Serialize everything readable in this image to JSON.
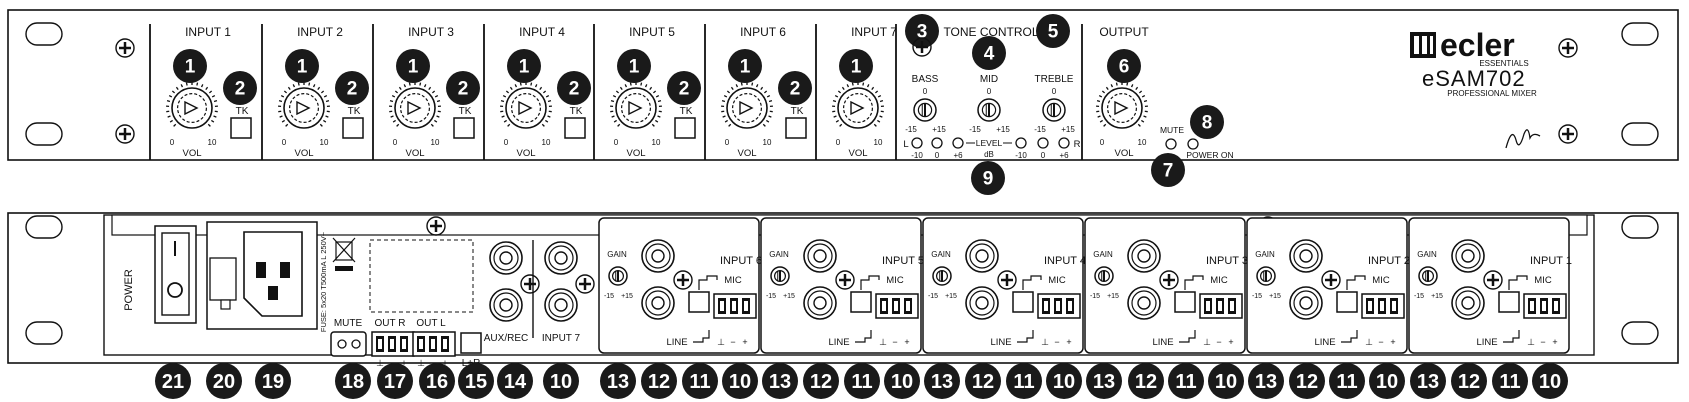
{
  "front": {
    "inputs": [
      {
        "label": "INPUT 1",
        "num_vol": "1",
        "num_tk": "2",
        "tk": "TK",
        "vol": "VOL",
        "scale_min": "0",
        "scale_max": "10",
        "has_tk": true
      },
      {
        "label": "INPUT 2",
        "num_vol": "1",
        "num_tk": "2",
        "tk": "TK",
        "vol": "VOL",
        "scale_min": "0",
        "scale_max": "10",
        "has_tk": true
      },
      {
        "label": "INPUT 3",
        "num_vol": "1",
        "num_tk": "2",
        "tk": "TK",
        "vol": "VOL",
        "scale_min": "0",
        "scale_max": "10",
        "has_tk": true
      },
      {
        "label": "INPUT 4",
        "num_vol": "1",
        "num_tk": "2",
        "tk": "TK",
        "vol": "VOL",
        "scale_min": "0",
        "scale_max": "10",
        "has_tk": true
      },
      {
        "label": "INPUT 5",
        "num_vol": "1",
        "num_tk": "2",
        "tk": "TK",
        "vol": "VOL",
        "scale_min": "0",
        "scale_max": "10",
        "has_tk": true
      },
      {
        "label": "INPUT 6",
        "num_vol": "1",
        "num_tk": "2",
        "tk": "TK",
        "vol": "VOL",
        "scale_min": "0",
        "scale_max": "10",
        "has_tk": true
      },
      {
        "label": "INPUT 7",
        "num_vol": "1",
        "num_tk": "",
        "tk": "",
        "vol": "VOL",
        "scale_min": "0",
        "scale_max": "10",
        "has_tk": false
      }
    ],
    "tone": {
      "title": "TONE CONTROL",
      "num_a": "3",
      "num_b": "4",
      "num_c": "5",
      "knobs": [
        {
          "label": "BASS",
          "center": "0",
          "min": "-15",
          "max": "+15"
        },
        {
          "label": "MID",
          "center": "0",
          "min": "-15",
          "max": "+15"
        },
        {
          "label": "TREBLE",
          "center": "0",
          "min": "-15",
          "max": "+15"
        }
      ],
      "level": {
        "l": "L",
        "r": "R",
        "text": "LEVEL",
        "unit": "dB",
        "num": "9",
        "ticks": [
          "-10",
          "0",
          "+6",
          "-10",
          "0",
          "+6"
        ]
      }
    },
    "output": {
      "label": "OUTPUT",
      "num": "6",
      "vol": "VOL",
      "scale_min": "0",
      "scale_max": "10",
      "mute": "MUTE",
      "mute_num": "7",
      "power": "POWER ON",
      "power_num": "8"
    },
    "brand": {
      "logo": "ecler",
      "sub": "ESSENTIALS",
      "model": "eSAM702",
      "tagline": "PROFESSIONAL MIXER"
    }
  },
  "rear": {
    "power_label": "POWER",
    "fuse_text": "FUSE: 5x20 T500mA L 250V~",
    "mute_label": "MUTE",
    "out_r": "OUT R",
    "out_l": "OUT L",
    "lr_label": "L+R",
    "aux_label": "AUX/REC",
    "input7_label": "INPUT 7",
    "terminal_signs": [
      "⊥",
      "−",
      "+"
    ],
    "input_modules": [
      {
        "label": "INPUT 6"
      },
      {
        "label": "INPUT 5"
      },
      {
        "label": "INPUT 4"
      },
      {
        "label": "INPUT 3"
      },
      {
        "label": "INPUT 2"
      },
      {
        "label": "INPUT 1"
      }
    ],
    "module_texts": {
      "gain": "GAIN",
      "gain_min": "-15",
      "gain_max": "+15",
      "mic": "MIC",
      "line": "LINE"
    },
    "callouts": [
      "21",
      "20",
      "19",
      "18",
      "17",
      "16",
      "15",
      "14",
      "10",
      "13",
      "12",
      "11",
      "10",
      "13",
      "12",
      "11",
      "10",
      "13",
      "12",
      "11",
      "10",
      "13",
      "12",
      "11",
      "10",
      "13",
      "12",
      "11",
      "10",
      "13",
      "12",
      "11",
      "10"
    ]
  },
  "colors": {
    "ink": "#111111",
    "callout": "#1a1a1a",
    "panel": "#ffffff"
  }
}
